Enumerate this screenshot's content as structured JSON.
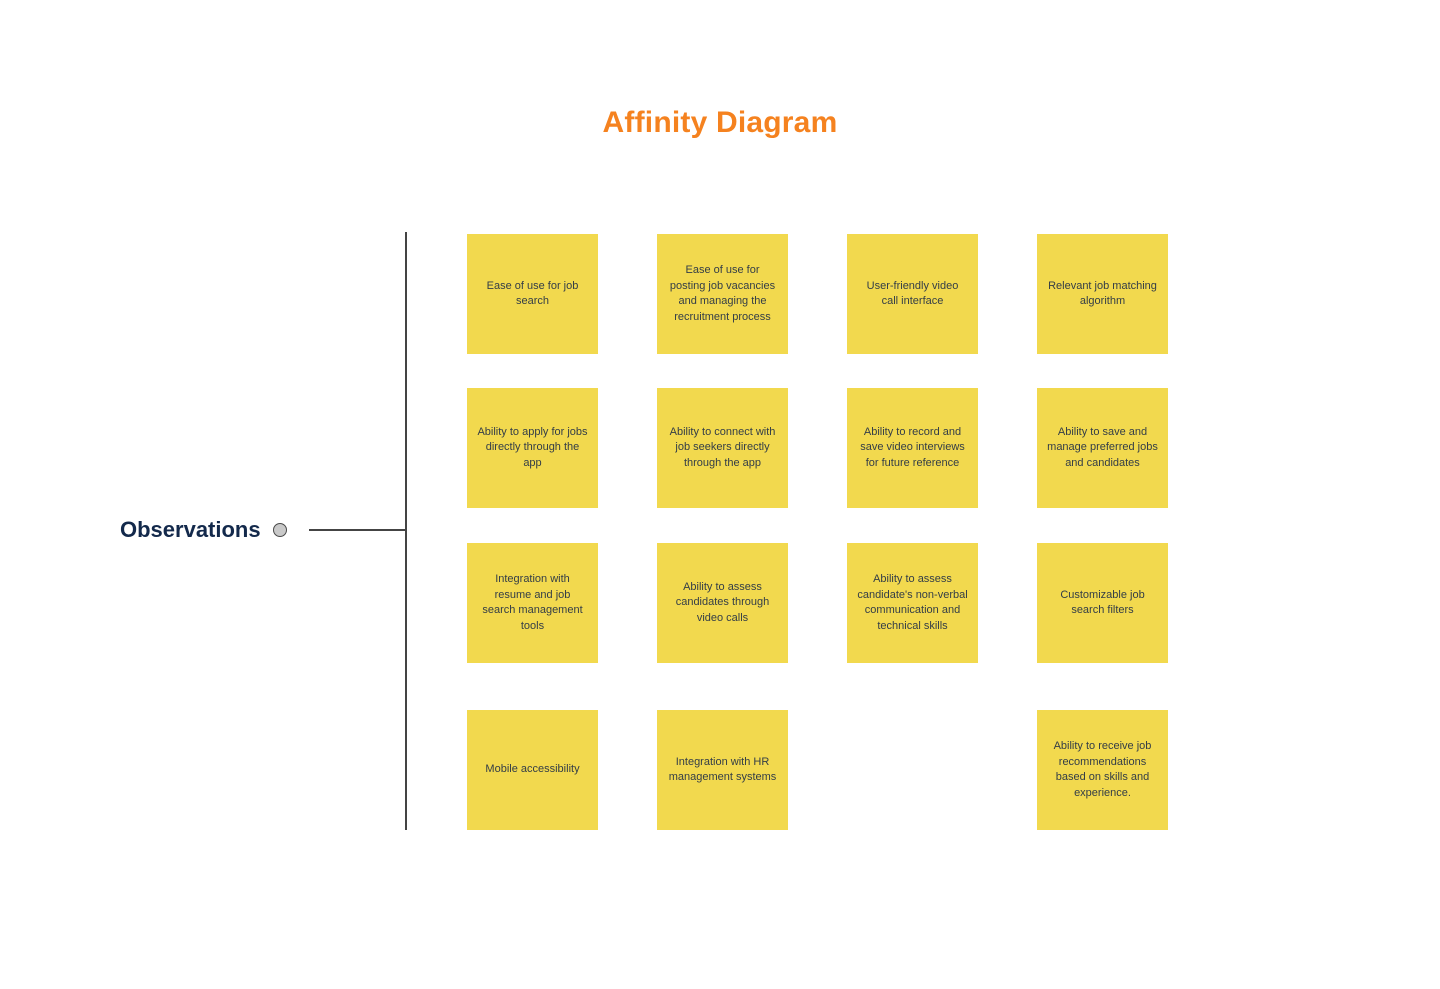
{
  "title": "Affinity Diagram",
  "group": {
    "label": "Observations"
  },
  "colors": {
    "canvas_bg": "#FFFFFF",
    "accent_orange": "#F5821F",
    "sticky_yellow": "#F2D94E",
    "label_navy": "#13294B",
    "note_text": "#333D47",
    "line_color": "#444444",
    "connector_fill": "#C9C9C9"
  },
  "icons": {
    "connector": "circle-node-icon"
  },
  "notes": {
    "rows": [
      {
        "cells": [
          "Ease of use for job search",
          "Ease of use for posting job vacancies and managing the recruitment process",
          "User-friendly video call interface",
          "Relevant job matching algorithm"
        ]
      },
      {
        "cells": [
          "Ability to apply for jobs directly through the app",
          "Ability to connect with job seekers directly through the app",
          "Ability to record and save video interviews for future reference",
          "Ability to save and manage preferred jobs and candidates"
        ]
      },
      {
        "cells": [
          "Integration with resume and job search management tools",
          "Ability to assess candidates through video calls",
          "Ability to assess candidate's non-verbal communication and technical skills",
          "Customizable job search filters"
        ]
      },
      {
        "cells": [
          "Mobile accessibility",
          "Integration with HR management systems",
          null,
          "Ability to receive job recommendations based on skills and experience."
        ]
      }
    ]
  }
}
